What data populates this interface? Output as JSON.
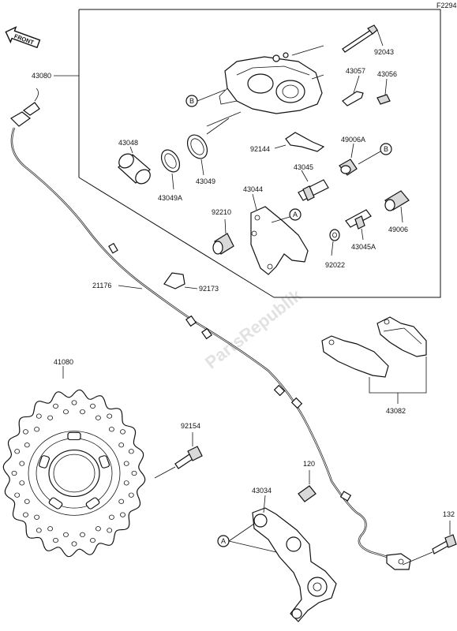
{
  "figure_code": "F2294",
  "front_label": "FRONT",
  "watermark": "PartsRepublik",
  "parts": {
    "p43080": "43080",
    "p92043": "92043",
    "p43057": "43057",
    "p43056": "43056",
    "p43048": "43048",
    "p43049A": "43049A",
    "p43049": "43049",
    "p92144": "92144",
    "p43045": "43045",
    "p49006A": "49006A",
    "p43044": "43044",
    "p92210": "92210",
    "p43045A": "43045A",
    "p49006": "49006",
    "p92022": "92022",
    "p21176": "21176",
    "p92173": "92173",
    "p41080": "41080",
    "p92154": "92154",
    "p43082": "43082",
    "p120": "120",
    "p43034": "43034",
    "p132": "132"
  },
  "callouts": {
    "b1": "B",
    "b2": "B",
    "a1": "A",
    "a2": "A"
  }
}
